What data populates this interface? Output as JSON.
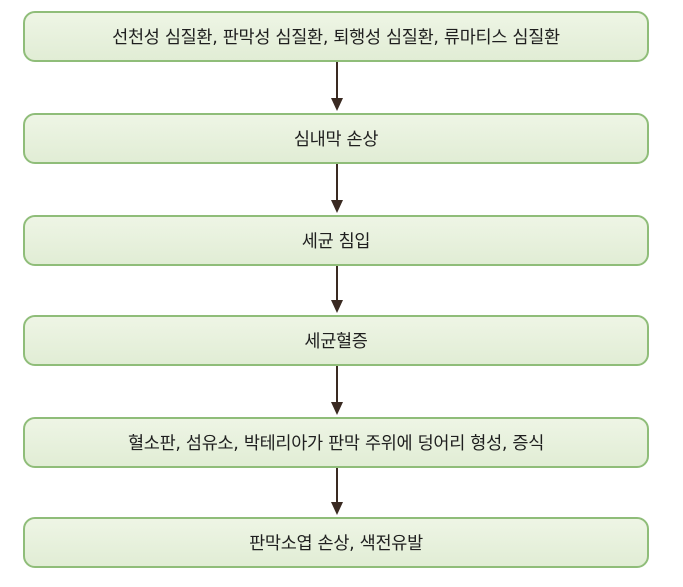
{
  "flowchart": {
    "steps": [
      "선천성 심질환, 판막성 심질환, 퇴행성 심질환, 류마티스 심질환",
      "심내막 손상",
      "세균 침입",
      "세균혈증",
      "혈소판, 섬유소, 박테리아가 판막 주위에 덩어리 형성, 증식",
      "판막소엽 손상, 색전유발"
    ]
  },
  "colors": {
    "box_border": "#8fbd79",
    "box_fill": "#e6f0da",
    "arrow": "#3a2a22",
    "text": "#1f1f1f"
  }
}
